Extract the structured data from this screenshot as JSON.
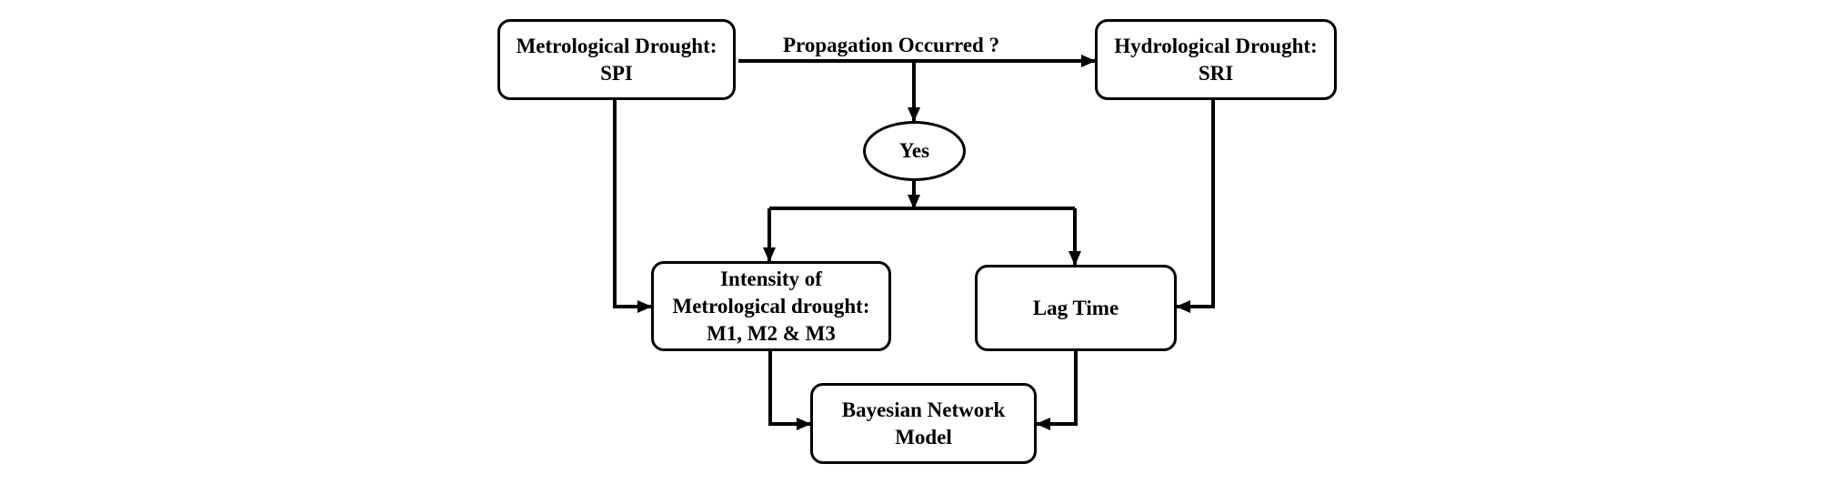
{
  "nodes": {
    "meteorological": {
      "line1": "Metrological Drought:",
      "line2": "SPI"
    },
    "hydrological": {
      "line1": "Hydrological Drought:",
      "line2": "SRI"
    },
    "decision": {
      "label": "Yes"
    },
    "intensity": {
      "line1": "Intensity of",
      "line2": "Metrological drought:",
      "line3": "M1, M2 & M3"
    },
    "lag_time": {
      "label": "Lag Time"
    },
    "bayesian": {
      "line1": "Bayesian Network",
      "line2": "Model"
    }
  },
  "edge_labels": {
    "propagation": "Propagation Occurred ?"
  }
}
